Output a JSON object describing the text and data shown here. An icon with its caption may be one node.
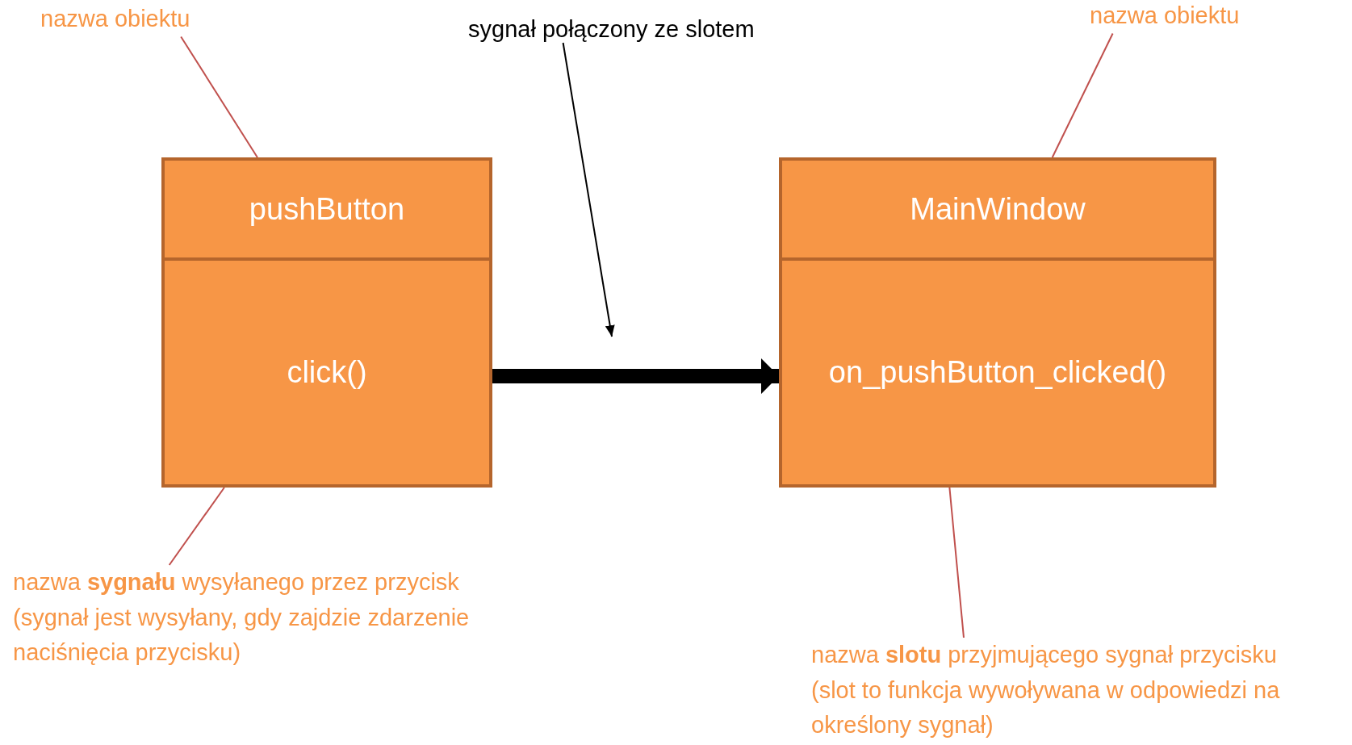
{
  "diagram": {
    "nodes": [
      {
        "text": [
          "pushButton"
        ]
      },
      {
        "text": [
          "click()"
        ]
      },
      {
        "text": [
          "MainWindow"
        ]
      },
      {
        "text": [
          "on_pushButton_clicked()"
        ]
      },
      {
        "text": [
          "nazwa obiektu"
        ]
      },
      {
        "text": [
          "sygnał połączony ze slotem"
        ]
      },
      {
        "text": [
          "nazwa obiektu"
        ]
      },
      {
        "text": [
          "nazwa **sygnału** wysyłanego przez przycisk (sygnał jest wysyłany, gdy zajdzie zdarzenie naciśnięcia przycisku)"
        ]
      },
      {
        "text": [
          "nazwa **slotu** przyjmującego sygnał przycisku (slot to funkcja wywoływana w odpowiedzi na określony sygnał)"
        ]
      }
    ],
    "edges": [
      {
        "from": 1,
        "to": 3,
        "arrow": "to",
        "style": "thick",
        "color": "#000000"
      },
      {
        "from": 5,
        "to": null,
        "arrow": "to",
        "color": "#000000"
      },
      {
        "from": 4,
        "to": 0,
        "arrow": "none"
      },
      {
        "from": 6,
        "to": 2,
        "arrow": "none"
      },
      {
        "from": 7,
        "to": 1,
        "arrow": "none"
      },
      {
        "from": 8,
        "to": 3,
        "arrow": "none"
      }
    ]
  }
}
